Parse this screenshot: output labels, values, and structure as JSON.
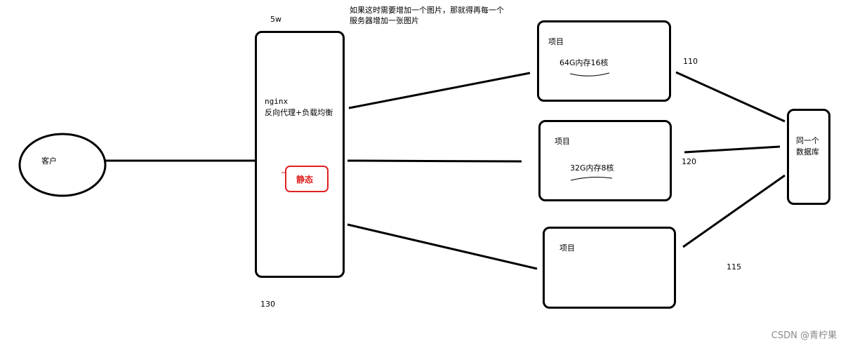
{
  "client": {
    "label": "客户"
  },
  "nginx": {
    "title": "nginx",
    "subtitle": "反向代理+负载均衡",
    "top_label": "5w",
    "bottom_label": "130",
    "static_label": "静态",
    "note": "如果这时需要增加一个图片，那就得再每一个服务器增加一张图片"
  },
  "servers": [
    {
      "title": "项目",
      "spec": "64G内存16核",
      "port": "110"
    },
    {
      "title": "项目",
      "spec": "32G内存8核",
      "port": "120"
    },
    {
      "title": "项目",
      "spec": "",
      "port": "115"
    }
  ],
  "database": {
    "label": "同一个数据库"
  },
  "watermark": "CSDN @青柠果",
  "colors": {
    "line": "#000000",
    "highlight": "#e02020",
    "watermark": "#8a8a8a"
  }
}
